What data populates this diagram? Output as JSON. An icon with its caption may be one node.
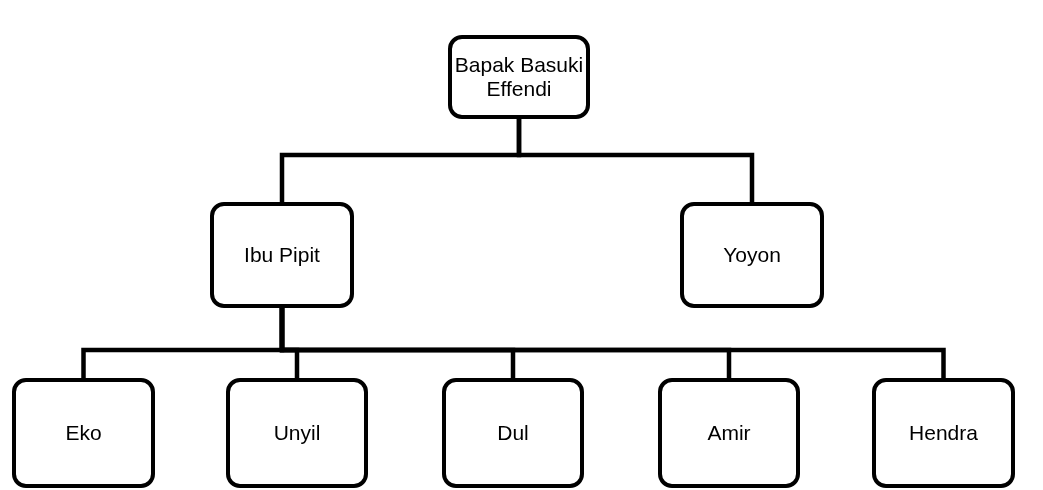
{
  "diagram": {
    "nodes": [
      {
        "text": [
          "Bapak Basuki Effendi"
        ]
      },
      {
        "text": [
          "Ibu Pipit"
        ]
      },
      {
        "text": [
          "Yoyon"
        ]
      },
      {
        "text": [
          "Eko"
        ]
      },
      {
        "text": [
          "Unyil"
        ]
      },
      {
        "text": [
          "Dul"
        ]
      },
      {
        "text": [
          "Amir"
        ]
      },
      {
        "text": [
          "Hendra"
        ]
      }
    ],
    "edges": [
      {
        "from": 0,
        "to": 1,
        "arrow": "none"
      },
      {
        "from": 0,
        "to": 2,
        "arrow": "none"
      },
      {
        "from": 1,
        "to": 3,
        "arrow": "none"
      },
      {
        "from": 1,
        "to": 4,
        "arrow": "none"
      },
      {
        "from": 1,
        "to": 5,
        "arrow": "none"
      },
      {
        "from": 1,
        "to": 6,
        "arrow": "none"
      },
      {
        "from": 1,
        "to": 7,
        "arrow": "none"
      }
    ]
  }
}
